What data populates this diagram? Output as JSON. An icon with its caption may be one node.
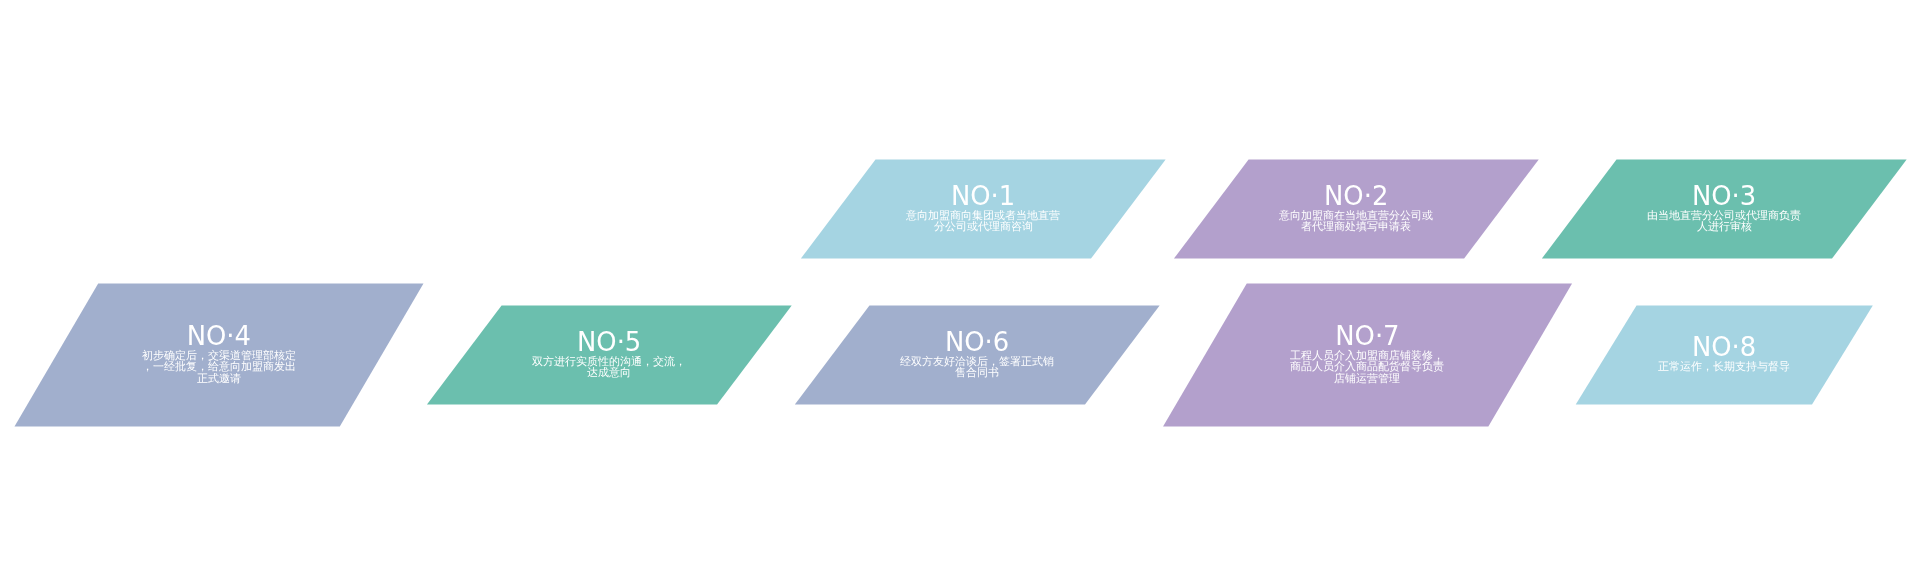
{
  "diagram": {
    "nodes": [
      {
        "text": [
          "NO·1",
          "意向加盟商向集团或者当地直营分公司或代理商咨询"
        ]
      },
      {
        "text": [
          "NO·2",
          "意向加盟商在当地直营分公司或者代理商处填写申请表"
        ]
      },
      {
        "text": [
          "NO·3",
          "由当地直营分公司或代理商负责人进行审核"
        ]
      },
      {
        "text": [
          "NO·4",
          "初步确定后，交渠道管理部核定，一经批复，给意向加盟商发出正式邀请"
        ]
      },
      {
        "text": [
          "NO·5",
          "双方进行实质性的沟通，交流，达成意向"
        ]
      },
      {
        "text": [
          "NO·6",
          "经双方友好洽谈后，签署正式销售合同书"
        ]
      },
      {
        "text": [
          "NO·7",
          "工程人员介入加盟商店铺装修，商品人员介入商品配货督导负责店铺运营管理"
        ]
      },
      {
        "text": [
          "NO·8",
          "正常运作，长期支持与督导"
        ]
      }
    ],
    "edges": []
  }
}
